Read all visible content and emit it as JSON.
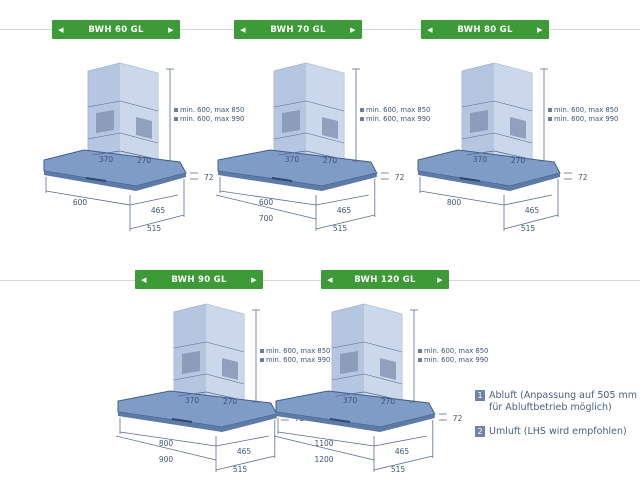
{
  "colors": {
    "tab_green": "#3c9b37",
    "glass": "#bfcfe6",
    "glass_dark": "#a7bbda",
    "canopy": "#7f9cc6",
    "canopy_edge": "#3f5f8c",
    "dim_line": "#5a6d92",
    "text": "#3f5579"
  },
  "icons": {
    "prev": "triangle-left-icon",
    "next": "triangle-right-icon"
  },
  "models": [
    {
      "name": "BWH 60 GL",
      "chimney_notes": [
        "min. 600, max 850",
        "min. 600, max 990"
      ],
      "legend_markers": [
        "1",
        "2"
      ],
      "dims": {
        "chimney_width": "370",
        "chimney_depth": "270",
        "canopy_height": "72",
        "hood_width": "600",
        "depth_inner": "465",
        "depth_outer": "515",
        "total_width": ""
      }
    },
    {
      "name": "BWH 70 GL",
      "chimney_notes": [
        "min. 600, max 850",
        "min. 600, max 990"
      ],
      "legend_markers": [
        "1",
        "2"
      ],
      "dims": {
        "chimney_width": "370",
        "chimney_depth": "270",
        "canopy_height": "72",
        "hood_width": "600",
        "depth_inner": "465",
        "depth_outer": "515",
        "total_width": "700"
      }
    },
    {
      "name": "BWH 80 GL",
      "chimney_notes": [
        "min. 600, max 850",
        "min. 600, max 990"
      ],
      "legend_markers": [
        "1",
        "2"
      ],
      "dims": {
        "chimney_width": "370",
        "chimney_depth": "270",
        "canopy_height": "72",
        "hood_width": "800",
        "depth_inner": "465",
        "depth_outer": "515",
        "total_width": ""
      }
    },
    {
      "name": "BWH 90 GL",
      "chimney_notes": [
        "min. 600, max 850",
        "min. 600, max 990"
      ],
      "legend_markers": [
        "1",
        "2"
      ],
      "dims": {
        "chimney_width": "370",
        "chimney_depth": "270",
        "canopy_height": "72",
        "hood_width": "800",
        "depth_inner": "465",
        "depth_outer": "515",
        "total_width": "900"
      }
    },
    {
      "name": "BWH 120 GL",
      "chimney_notes": [
        "min. 600, max 850",
        "min. 600, max 990"
      ],
      "legend_markers": [
        "1",
        "2"
      ],
      "dims": {
        "chimney_width": "370",
        "chimney_depth": "270",
        "canopy_height": "72",
        "hood_width": "1100",
        "depth_inner": "465",
        "depth_outer": "515",
        "total_width": "1200"
      }
    }
  ],
  "legend": [
    {
      "num": "1",
      "line1": "Abluft (Anpassung auf 505 mm",
      "line2": "für Abluftbetrieb möglich)"
    },
    {
      "num": "2",
      "line1": "Umluft (LHS wird empfohlen)",
      "line2": ""
    }
  ]
}
